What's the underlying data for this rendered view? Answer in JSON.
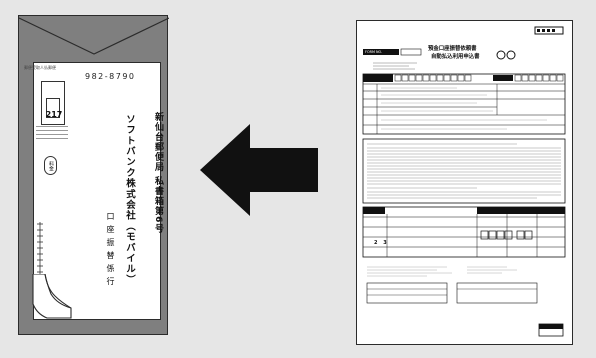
{
  "envelope": {
    "small_label": "郵便受取人払郵便",
    "postcode": "982-8790",
    "stamp_number": "217",
    "seal_text": "料金",
    "post_office": "新仙台郵便局 私書箱第6号",
    "company": "ソフトバンク株式会社（モバイル）",
    "department": "口座振替係行"
  },
  "form": {
    "id_label": "FORM NO.",
    "title": "預金口座振替依頼書",
    "subtitle": "自動払込利用申込書",
    "digits": "2 3"
  },
  "colors": {
    "background": "#e6e6e6",
    "envelope": "#7f7f7f",
    "arrow": "#111111"
  },
  "icons": {
    "arrow": "left-arrow-icon"
  }
}
